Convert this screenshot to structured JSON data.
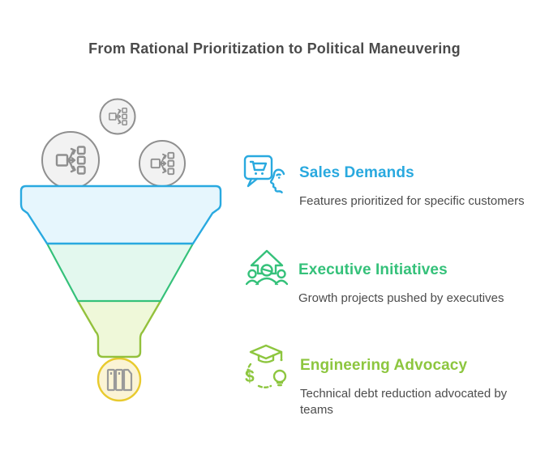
{
  "title": {
    "text": "From Rational Prioritization to Political Maneuvering",
    "color": "#4b4b4b"
  },
  "funnel": {
    "bubble_fill": "#f2f2f2",
    "bubble_stroke": "#8f8f8f",
    "stages": [
      {
        "fill": "#e6f6fd",
        "stroke": "#29a9e0"
      },
      {
        "fill": "#e3f8ee",
        "stroke": "#35c17a"
      },
      {
        "fill": "#eff8d9",
        "stroke": "#93c13c"
      }
    ],
    "output_circle": {
      "fill": "#fbf4d5",
      "stroke": "#e8ca2e",
      "icon_color": "#9a9a9a"
    }
  },
  "items": [
    {
      "icon": "cart-speech-face-icon",
      "color": "#29a9df",
      "title": "Sales Demands",
      "description": "Features prioritized for specific customers"
    },
    {
      "icon": "growth-arrow-team-icon",
      "color": "#35c17a",
      "title": "Executive Initiatives",
      "description": "Growth projects pushed by executives"
    },
    {
      "icon": "graduation-dollar-bulb-icon",
      "color": "#8dc63f",
      "title": "Engineering Advocacy",
      "description": "Technical debt reduction advocated by teams"
    }
  ]
}
